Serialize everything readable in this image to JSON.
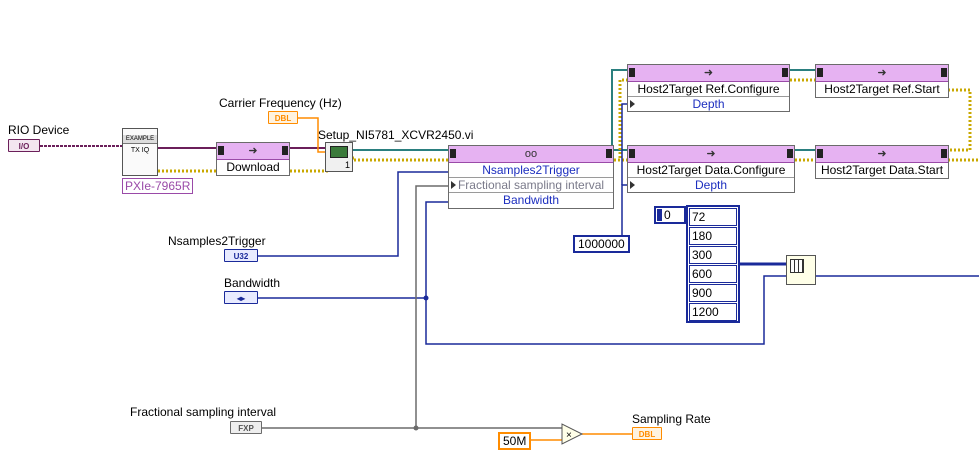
{
  "labels": {
    "rio_device": "RIO Device",
    "carrier_frequency": "Carrier Frequency (Hz)",
    "setup_vi": "Setup_NI5781_XCVR2450.vi",
    "nsamples2trigger": "Nsamples2Trigger",
    "bandwidth": "Bandwidth",
    "fractional_sampling_interval": "Fractional sampling interval",
    "sampling_rate": "Sampling Rate"
  },
  "terminals": {
    "rio_device": "I/O",
    "carrier_frequency": "DBL",
    "nsamples2trigger": "U32",
    "bandwidth": "◂▸",
    "fractional_sampling_interval": "FXP",
    "sampling_rate": "DBL"
  },
  "fpga_ref": {
    "badge": "EXAMPLE",
    "name": "TX IQ",
    "target": "PXIe-7965R"
  },
  "nodes": {
    "download": "Download",
    "property_node": {
      "items": [
        "Nsamples2Trigger",
        "Fractional sampling interval",
        "Bandwidth"
      ]
    },
    "ref_configure": {
      "method": "Host2Target Ref.Configure",
      "param": "Depth"
    },
    "data_configure": {
      "method": "Host2Target Data.Configure",
      "param": "Depth"
    },
    "ref_start": "Host2Target Ref.Start",
    "data_start": "Host2Target Data.Start"
  },
  "constants": {
    "depth": "1000000",
    "rate": "50M"
  },
  "array": {
    "index": "0",
    "values": [
      "72",
      "180",
      "300",
      "600",
      "900",
      "1200"
    ]
  },
  "subvi": {
    "output_index": "1"
  },
  "colors": {
    "refnum_wire": "#6b1f5a",
    "error_wire": "#c9a800",
    "dbl_wire": "#ff8c00",
    "int_wire": "#1a2a9a",
    "fxp_wire": "#6b6b6b",
    "method_header": "#e6b2f2"
  }
}
